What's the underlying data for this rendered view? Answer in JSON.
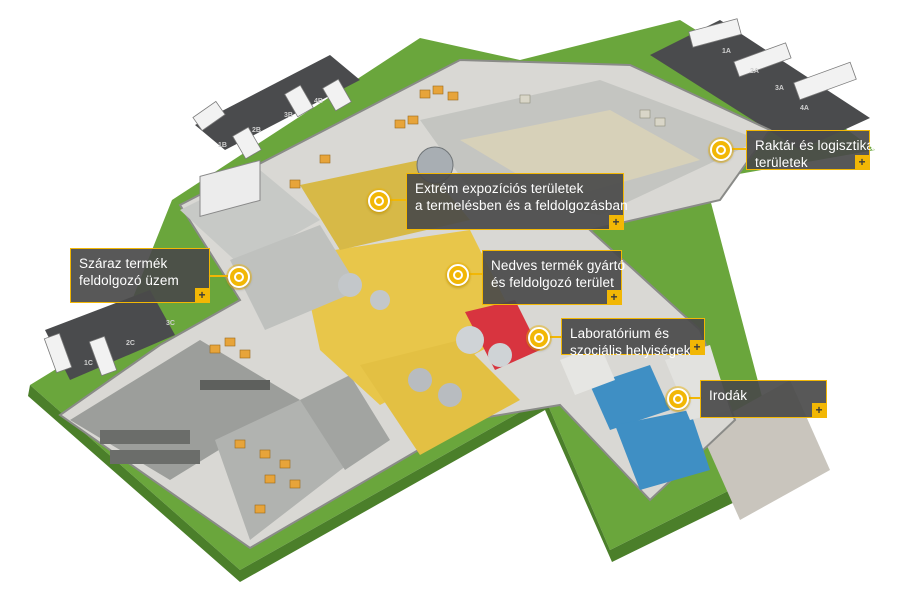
{
  "callouts": [
    {
      "id": "extreme",
      "lines": [
        "Extrém expozíciós területek",
        "a termelésben és a feldolgozásban"
      ]
    },
    {
      "id": "warehouse",
      "lines": [
        "Raktár és logisztikai",
        "területek"
      ]
    },
    {
      "id": "dry",
      "lines": [
        "Száraz termék",
        "feldolgozó üzem"
      ]
    },
    {
      "id": "wet",
      "lines": [
        "Nedves termék gyártó",
        "és feldolgozó terület"
      ]
    },
    {
      "id": "lab",
      "lines": [
        "Laboratórium és",
        "szociális helyiségek"
      ]
    },
    {
      "id": "offices",
      "lines": [
        "Irodák"
      ]
    }
  ],
  "expand_symbol": "+",
  "dock_labels": [
    "1B",
    "2B",
    "3B",
    "4B",
    "1C",
    "2C",
    "3C",
    "1A",
    "2A",
    "3A",
    "4A"
  ],
  "colors": {
    "accent": "#f2b705",
    "callout_bg": "#4a4a4a",
    "lab_red": "#d8343f",
    "office_blue": "#3f8fc4",
    "lawn_green": "#6aa63c",
    "floor_gray": "#a9aaa6",
    "process_yellow": "#e8c64a"
  }
}
